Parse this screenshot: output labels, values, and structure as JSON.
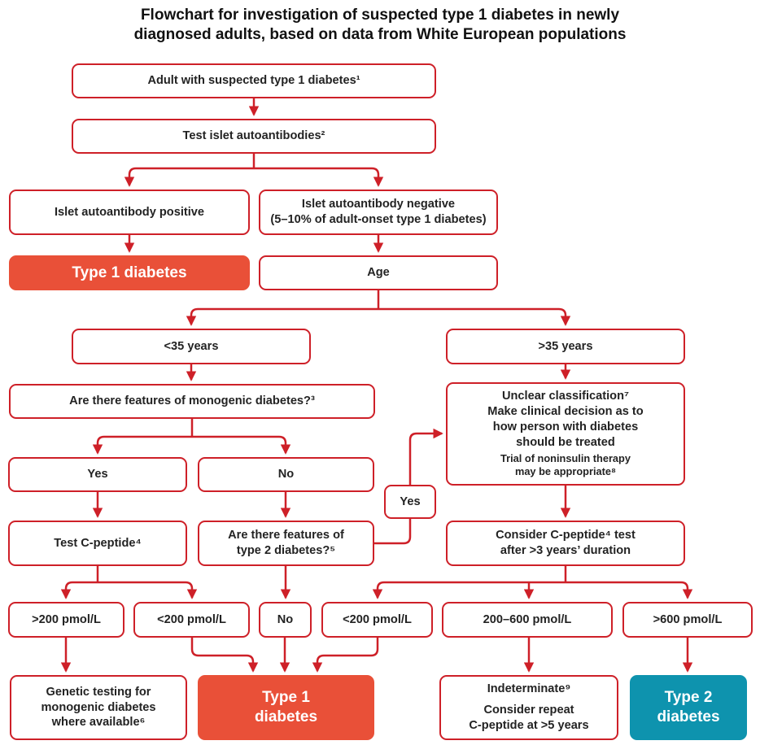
{
  "title": "Flowchart for investigation of suspected type 1 diabetes in newly\ndiagnosed adults, based on data from White European populations",
  "colors": {
    "line_red": "#CE2028",
    "type1_orange": "#E95038",
    "type2_teal": "#0E93AE",
    "text_dark": "#232323"
  },
  "nodes": {
    "adult": {
      "label": "Adult with suspected type 1 diabetes¹"
    },
    "test_islet": {
      "label": "Test islet autoantibodies²"
    },
    "islet_pos": {
      "label": "Islet autoantibody positive"
    },
    "islet_neg": {
      "label": "Islet autoantibody negative\n(5–10% of adult-onset type 1 diabetes)"
    },
    "t1d_top": {
      "label": "Type 1 diabetes"
    },
    "age": {
      "label": "Age"
    },
    "under35": {
      "label": "<35 years"
    },
    "over35": {
      "label": ">35 years"
    },
    "monogenic_q": {
      "label": "Are there features of monogenic diabetes?³"
    },
    "unclear": {
      "label": "Unclear classification⁷\nMake clinical decision as to\nhow person with diabetes\nshould be treated",
      "note": "Trial of noninsulin therapy\nmay be appropriate⁸"
    },
    "yes": {
      "label": "Yes"
    },
    "no": {
      "label": "No"
    },
    "edge_yes": {
      "label": "Yes"
    },
    "test_cpeptide": {
      "label": "Test C-peptide⁴"
    },
    "t2d_q": {
      "label": "Are there features of\ntype 2 diabetes?⁵"
    },
    "consider_cpeptide": {
      "label": "Consider C-peptide⁴ test\nafter >3 years’ duration"
    },
    "gt200": {
      "label": ">200 pmol/L"
    },
    "lt200_left": {
      "label": "<200 pmol/L"
    },
    "no_small": {
      "label": "No"
    },
    "lt200_right": {
      "label": "<200 pmol/L"
    },
    "mid_200_600": {
      "label": "200–600 pmol/L"
    },
    "gt600": {
      "label": ">600 pmol/L"
    },
    "genetic": {
      "label": "Genetic testing for\nmonogenic diabetes\nwhere available⁶"
    },
    "t1d_bottom": {
      "label": "Type 1\ndiabetes"
    },
    "indeterminate": {
      "label": "Indeterminate⁹",
      "note": "Consider repeat\nC-peptide at >5 years"
    },
    "t2d": {
      "label": "Type 2\ndiabetes"
    }
  },
  "edges": [
    {
      "from": "adult",
      "to": "test_islet"
    },
    {
      "from": "test_islet",
      "to": "islet_pos"
    },
    {
      "from": "test_islet",
      "to": "islet_neg"
    },
    {
      "from": "islet_pos",
      "to": "t1d_top"
    },
    {
      "from": "islet_neg",
      "to": "age"
    },
    {
      "from": "age",
      "to": "under35"
    },
    {
      "from": "age",
      "to": "over35"
    },
    {
      "from": "under35",
      "to": "monogenic_q"
    },
    {
      "from": "over35",
      "to": "unclear"
    },
    {
      "from": "monogenic_q",
      "to": "yes"
    },
    {
      "from": "monogenic_q",
      "to": "no"
    },
    {
      "from": "yes",
      "to": "test_cpeptide"
    },
    {
      "from": "no",
      "to": "t2d_q"
    },
    {
      "from": "t2d_q",
      "to": "unclear",
      "label": "Yes"
    },
    {
      "from": "unclear",
      "to": "consider_cpeptide"
    },
    {
      "from": "test_cpeptide",
      "to": "gt200"
    },
    {
      "from": "test_cpeptide",
      "to": "lt200_left"
    },
    {
      "from": "t2d_q",
      "to": "no_small"
    },
    {
      "from": "consider_cpeptide",
      "to": "lt200_right"
    },
    {
      "from": "consider_cpeptide",
      "to": "mid_200_600"
    },
    {
      "from": "consider_cpeptide",
      "to": "gt600"
    },
    {
      "from": "gt200",
      "to": "genetic"
    },
    {
      "from": "lt200_left",
      "to": "t1d_bottom"
    },
    {
      "from": "no_small",
      "to": "t1d_bottom"
    },
    {
      "from": "lt200_right",
      "to": "t1d_bottom"
    },
    {
      "from": "mid_200_600",
      "to": "indeterminate"
    },
    {
      "from": "gt600",
      "to": "t2d"
    }
  ]
}
